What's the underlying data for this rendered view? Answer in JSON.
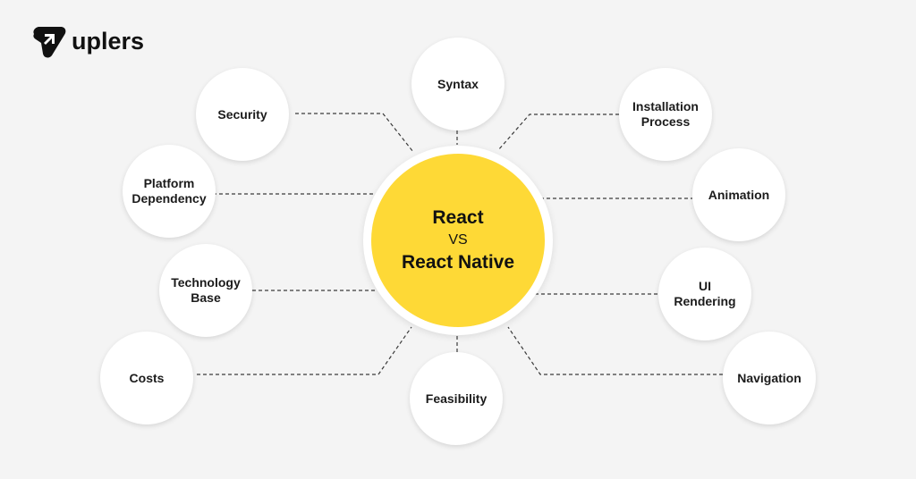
{
  "brand": {
    "name": "uplers",
    "logo_icon": "uplers-logo-icon"
  },
  "center": {
    "line1": "React",
    "line2": "VS",
    "line3": "React Native",
    "fill_color": "#fed936"
  },
  "topics": {
    "syntax": "Syntax",
    "security": "Security",
    "installation": "Installation\nProcess",
    "platform": "Platform\nDependency",
    "animation": "Animation",
    "technology": "Technology\nBase",
    "ui_rendering": "UI\nRendering",
    "costs": "Costs",
    "feasibility": "Feasibility",
    "navigation": "Navigation"
  },
  "colors": {
    "background": "#f4f4f4",
    "node": "#ffffff",
    "accent": "#fed936",
    "text": "#1b1b1b"
  }
}
